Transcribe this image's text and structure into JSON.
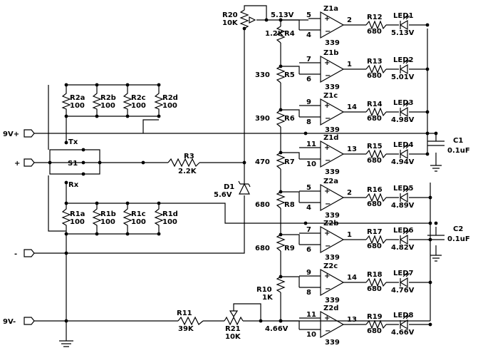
{
  "terminals": {
    "v9p": "9V+",
    "plus": "+",
    "minus": "-",
    "v9m": "9V-"
  },
  "switch": {
    "s1": "S1",
    "tx": "Tx",
    "rx": "Rx"
  },
  "resistors": {
    "r2a": {
      "name": "R2a",
      "value": "100"
    },
    "r2b": {
      "name": "R2b",
      "value": "100"
    },
    "r2c": {
      "name": "R2c",
      "value": "100"
    },
    "r2d": {
      "name": "R2d",
      "value": "100"
    },
    "r1a": {
      "name": "R1a",
      "value": "100"
    },
    "r1b": {
      "name": "R1b",
      "value": "100"
    },
    "r1c": {
      "name": "R1c",
      "value": "100"
    },
    "r1d": {
      "name": "R1d",
      "value": "100"
    },
    "r3": {
      "name": "R3",
      "value": "2.2K"
    },
    "r11": {
      "name": "R11",
      "value": "39K"
    },
    "r20": {
      "name": "R20",
      "value": "10K"
    },
    "r21": {
      "name": "R21",
      "value": "10K"
    },
    "r4": {
      "name": "R4",
      "value": "1.2K"
    },
    "r5": {
      "name": "R5",
      "value": "330"
    },
    "r6": {
      "name": "R6",
      "value": "390"
    },
    "r7": {
      "name": "R7",
      "value": "470"
    },
    "r8": {
      "name": "R8",
      "value": "680"
    },
    "r9": {
      "name": "R9",
      "value": "680"
    },
    "r10": {
      "name": "R10",
      "value": "1K"
    }
  },
  "zener": {
    "name": "D1",
    "value": "5.6V"
  },
  "reference": {
    "top": "5.13V",
    "bottom": "4.66V"
  },
  "capacitors": [
    {
      "name": "C1",
      "value": "0.1uF"
    },
    {
      "name": "C2",
      "value": "0.1uF"
    }
  ],
  "comparators": [
    {
      "name": "Z1a",
      "part": "339",
      "pin_plus": "5",
      "pin_minus": "4",
      "pin_out": "2",
      "resistor": "R12",
      "res_value": "680",
      "led": "LED1",
      "voltage": "5.13V"
    },
    {
      "name": "Z1b",
      "part": "339",
      "pin_plus": "7",
      "pin_minus": "6",
      "pin_out": "1",
      "resistor": "R13",
      "res_value": "680",
      "led": "LED2",
      "voltage": "5.01V"
    },
    {
      "name": "Z1c",
      "part": "339",
      "pin_plus": "9",
      "pin_minus": "8",
      "pin_out": "14",
      "resistor": "R14",
      "res_value": "680",
      "led": "LED3",
      "voltage": "4.98V"
    },
    {
      "name": "Z1d",
      "part": "339",
      "pin_plus": "11",
      "pin_minus": "10",
      "pin_out": "13",
      "resistor": "R15",
      "res_value": "680",
      "led": "LED4",
      "voltage": "4.94V"
    },
    {
      "name": "Z2a",
      "part": "339",
      "pin_plus": "5",
      "pin_minus": "4",
      "pin_out": "2",
      "resistor": "R16",
      "res_value": "680",
      "led": "LED5",
      "voltage": "4.89V"
    },
    {
      "name": "Z2b",
      "part": "339",
      "pin_plus": "7",
      "pin_minus": "6",
      "pin_out": "1",
      "resistor": "R17",
      "res_value": "680",
      "led": "LED6",
      "voltage": "4.82V"
    },
    {
      "name": "Z2c",
      "part": "339",
      "pin_plus": "9",
      "pin_minus": "8",
      "pin_out": "14",
      "resistor": "R18",
      "res_value": "680",
      "led": "LED7",
      "voltage": "4.76V"
    },
    {
      "name": "Z2d",
      "part": "339",
      "pin_plus": "11",
      "pin_minus": "10",
      "pin_out": "13",
      "resistor": "R19",
      "res_value": "680",
      "led": "LED8",
      "voltage": "4.66V"
    }
  ]
}
